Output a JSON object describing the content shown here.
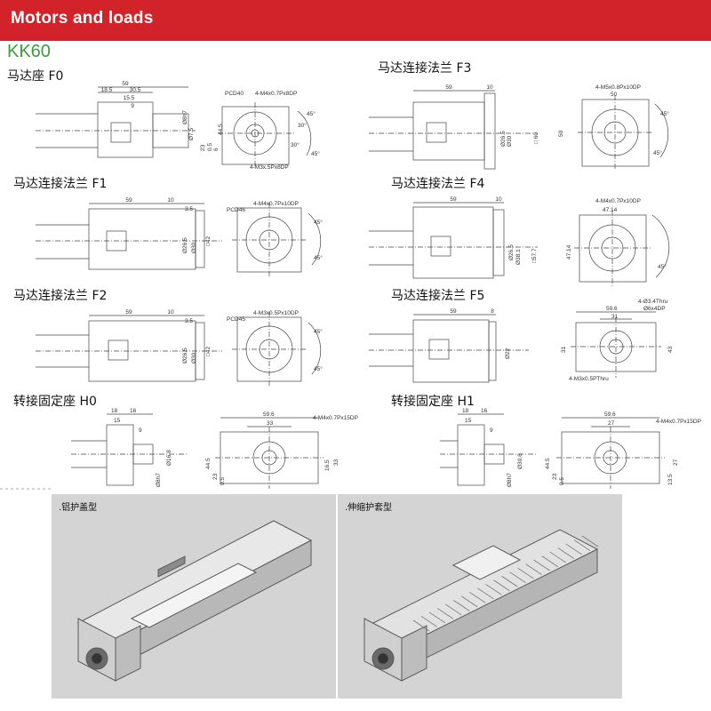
{
  "header": {
    "title": "Motors and loads"
  },
  "model": "KK60",
  "sections": [
    {
      "id": "f0",
      "title": "马达座 F0",
      "side": [
        "59",
        "18.5",
        "30.5",
        "15.5",
        "9",
        "Ø8h7",
        "Ø7.5",
        "44.5",
        "23",
        "0.5",
        "6"
      ],
      "front": [
        "PCD40",
        "4-M4x0.7Px8DP",
        "4-M3x.5Px8DP",
        "45°",
        "45°",
        "30°",
        "30°"
      ]
    },
    {
      "id": "f3",
      "title": "马达连接法兰 F3",
      "side": [
        "59",
        "10",
        "Ø30",
        "Ø26.5",
        "□ 60"
      ],
      "front": [
        "4-M5x0.8Px10DP",
        "50",
        "50",
        "45°",
        "45°"
      ]
    },
    {
      "id": "f1",
      "title": "马达连接法兰 F1",
      "side": [
        "59",
        "10",
        "3.5",
        "Ø26.5",
        "Ø30",
        "□42"
      ],
      "front": [
        "4-M4x0.7Px10DP",
        "PCD46",
        "45°",
        "45°"
      ]
    },
    {
      "id": "f4",
      "title": "马达连接法兰 F4",
      "side": [
        "59",
        "10",
        "Ø26.5",
        "Ø38.1",
        "□57.7"
      ],
      "front": [
        "4-M4x0.7Px10DP",
        "47.14",
        "47.14",
        "45°"
      ]
    },
    {
      "id": "f2",
      "title": "马达连接法兰 F2",
      "side": [
        "59",
        "10",
        "3.5",
        "Ø26.5",
        "Ø30",
        "□42"
      ],
      "front": [
        "4-M3x0.5Px10DP",
        "PCD45",
        "45°",
        "45°"
      ]
    },
    {
      "id": "f5",
      "title": "马达连接法兰 F5",
      "side": [
        "59",
        "8",
        "Ø22"
      ],
      "front": [
        "4-Ø3.4Thru",
        "Ø6x4DP",
        "59.6",
        "31",
        "31",
        "43",
        "4-M3x0.5PThru"
      ]
    },
    {
      "id": "h0",
      "title": "转接固定座 H0",
      "side": [
        "18",
        "16",
        "15",
        "9",
        "Ø16.8",
        "Ø8h7"
      ],
      "front": [
        "59.6",
        "33",
        "4-M4x0.7Px15DP",
        "44.5",
        "23",
        "0.5",
        "16.5",
        "33"
      ]
    },
    {
      "id": "h1",
      "title": "转接固定座 H1",
      "side": [
        "18",
        "16",
        "15",
        "9",
        "Ø30.6",
        "Ø8h7"
      ],
      "front": [
        "59.6",
        "27",
        "4-M4x0.7Px15DP",
        "44.5",
        "23",
        "0.5",
        "13.5",
        "27"
      ]
    }
  ],
  "photos": [
    {
      "label": ".铝护盖型"
    },
    {
      "label": ".伸缩护套型"
    }
  ]
}
